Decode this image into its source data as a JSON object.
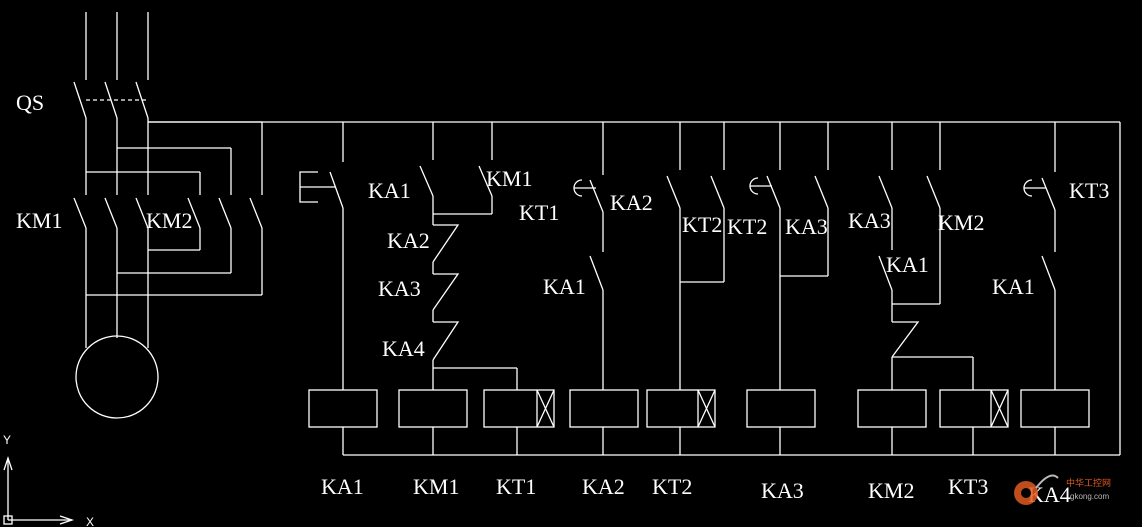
{
  "left_labels": {
    "qs": "QS",
    "km1": "KM1",
    "km2": "KM2"
  },
  "contact_labels": {
    "ka1_top": "KA1",
    "km1_top": "KM1",
    "kt1": "KT1",
    "ka2_top": "KA2",
    "kt2_a": "KT2",
    "kt2_b": "KT2",
    "ka3_top": "KA3",
    "ka3_b": "KA3",
    "km2_top": "KM2",
    "kt3_top": "KT3",
    "ka2_int": "KA2",
    "ka3_int": "KA3",
    "ka4_int": "KA4",
    "ka1_mid1": "KA1",
    "ka1_mid2": "KA1",
    "ka1_mid3": "KA1"
  },
  "coil_labels": {
    "ka1": "KA1",
    "km1": "KM1",
    "kt1": "KT1",
    "ka2": "KA2",
    "kt2": "KT2",
    "ka3": "KA3",
    "km2": "KM2",
    "kt3": "KT3",
    "ka4": "KA4"
  },
  "ucs": {
    "y": "Y",
    "x": "X"
  },
  "watermark": {
    "name": "中华工控网",
    "url": "gkong.com"
  },
  "colors": {
    "background": "#000000",
    "line": "#ffffff",
    "watermark": "#e05a20"
  }
}
